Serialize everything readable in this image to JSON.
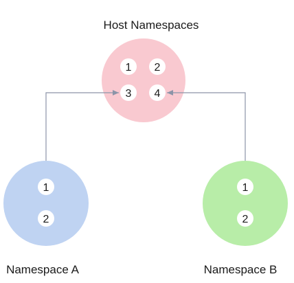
{
  "colors": {
    "host": "#f9c9d0",
    "namespace_a": "#bfd3f2",
    "namespace_b": "#b8eda8",
    "slot": "#ffffff",
    "connector": "#8c94a8"
  },
  "host": {
    "title": "Host Namespaces",
    "slots": [
      "1",
      "2",
      "3",
      "4"
    ]
  },
  "namespace_a": {
    "title": "Namespace A",
    "slots": [
      "1",
      "2"
    ]
  },
  "namespace_b": {
    "title": "Namespace B",
    "slots": [
      "1",
      "2"
    ]
  }
}
